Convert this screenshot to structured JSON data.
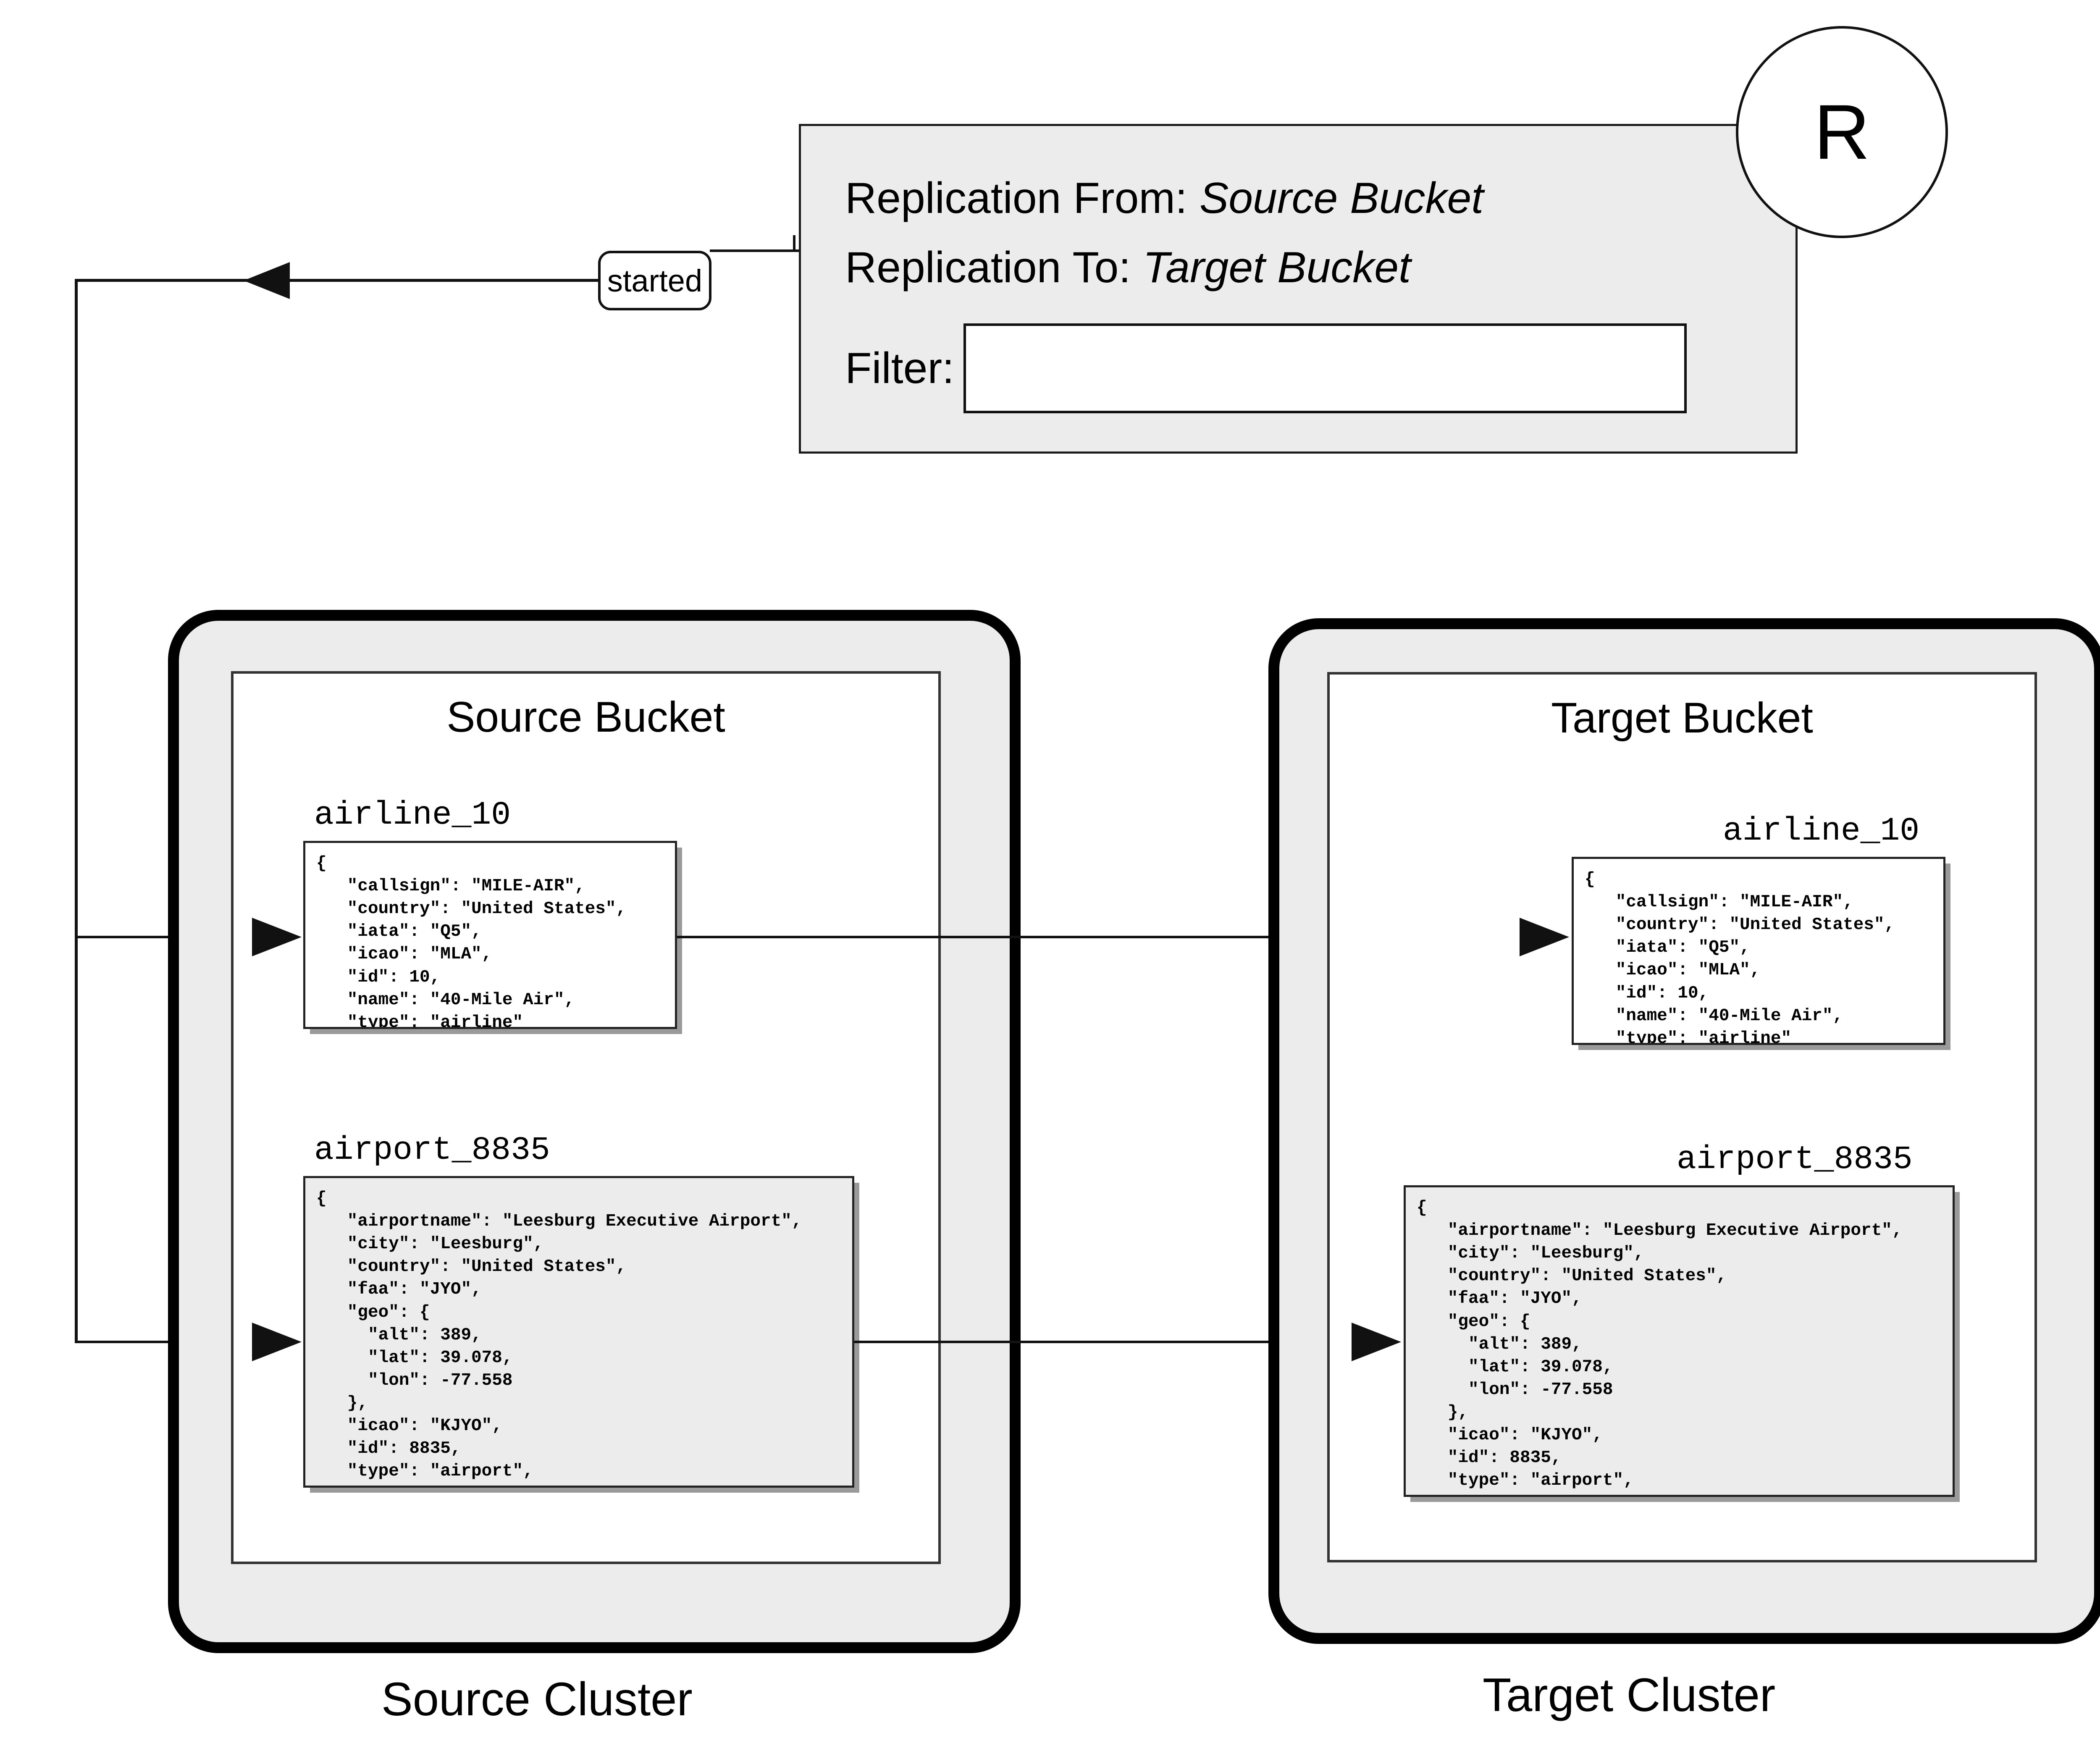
{
  "header": {
    "replication_from_label": "Replication From:",
    "replication_from_value": "Source Bucket",
    "replication_to_label": "Replication To:",
    "replication_to_value": "Target Bucket",
    "filter_label": "Filter:",
    "filter_value": "",
    "filter_placeholder": ""
  },
  "badge": {
    "letter": "R"
  },
  "status": {
    "pill_label": "started"
  },
  "clusters": {
    "source": {
      "caption": "Source Cluster",
      "bucket_title": "Source Bucket",
      "documents": [
        {
          "key": "airline_10",
          "style": "white",
          "body": "{\n   \"callsign\": \"MILE-AIR\",\n   \"country\": \"United States\",\n   \"iata\": \"Q5\",\n   \"icao\": \"MLA\",\n   \"id\": 10,\n   \"name\": \"40-Mile Air\",\n   \"type\": \"airline\"\n}"
        },
        {
          "key": "airport_8835",
          "style": "gray",
          "body": "{\n   \"airportname\": \"Leesburg Executive Airport\",\n   \"city\": \"Leesburg\",\n   \"country\": \"United States\",\n   \"faa\": \"JYO\",\n   \"geo\": {\n     \"alt\": 389,\n     \"lat\": 39.078,\n     \"lon\": -77.558\n   },\n   \"icao\": \"KJYO\",\n   \"id\": 8835,\n   \"type\": \"airport\",\n   \"tz\": \"America/New_York\"\n}"
        }
      ]
    },
    "target": {
      "caption": "Target Cluster",
      "bucket_title": "Target Bucket",
      "documents": [
        {
          "key": "airline_10",
          "style": "white",
          "body": "{\n   \"callsign\": \"MILE-AIR\",\n   \"country\": \"United States\",\n   \"iata\": \"Q5\",\n   \"icao\": \"MLA\",\n   \"id\": 10,\n   \"name\": \"40-Mile Air\",\n   \"type\": \"airline\"\n}"
        },
        {
          "key": "airport_8835",
          "style": "gray",
          "body": "{\n   \"airportname\": \"Leesburg Executive Airport\",\n   \"city\": \"Leesburg\",\n   \"country\": \"United States\",\n   \"faa\": \"JYO\",\n   \"geo\": {\n     \"alt\": 389,\n     \"lat\": 39.078,\n     \"lon\": -77.558\n   },\n   \"icao\": \"KJYO\",\n   \"id\": 8835,\n   \"type\": \"airport\",\n   \"tz\": \"America/New_York\"\n}"
        }
      ]
    }
  },
  "colors": {
    "panel_fill": "#ececec",
    "stroke": "#111111",
    "cluster_border": "#000000",
    "doc_white": "#ffffff",
    "doc_gray": "#ececec",
    "shadow": "#9a9a9a"
  }
}
